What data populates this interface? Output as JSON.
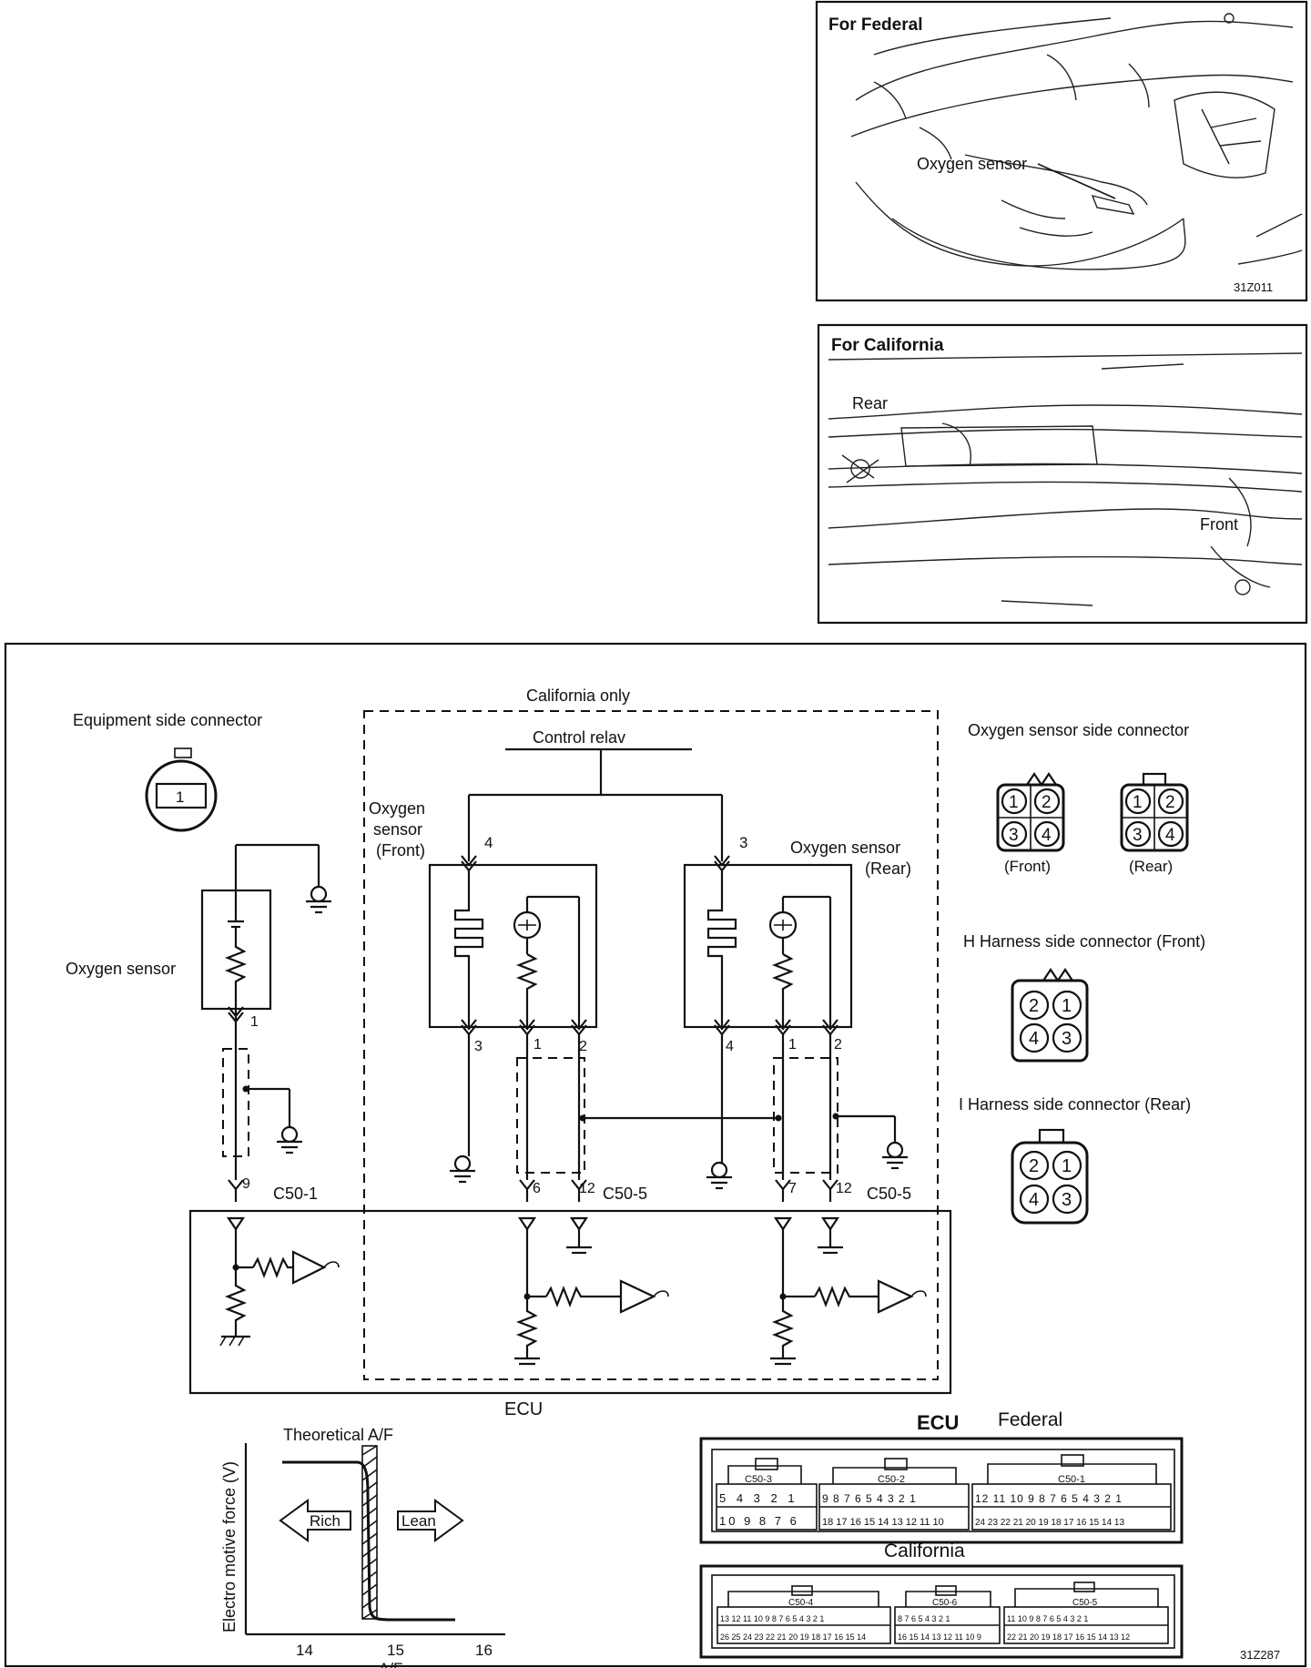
{
  "photos": {
    "federal": {
      "title": "For Federal",
      "label": "Oxygen sensor",
      "code": "31Z011"
    },
    "california": {
      "title": "For California",
      "rear": "Rear",
      "front": "Front"
    }
  },
  "circuit": {
    "california_only": "California only",
    "control_relay": "Control relav",
    "equipment_connector": "Equipment side connector",
    "equipment_pin": "1",
    "oxygen_sensor": "Oxygen sensor",
    "o2_front_l1": "Oxygen",
    "o2_front_l2": "sensor",
    "o2_front_l3": "(Front)",
    "o2_rear_l1": "Oxygen sensor",
    "o2_rear_l2": "(Rear)",
    "pins": {
      "front_top": "4",
      "rear_top": "3",
      "fed_1": "1",
      "fed_9": "9",
      "f_3": "3",
      "f_1": "1",
      "f_2": "2",
      "f_6": "6",
      "f_12": "12",
      "r_4": "4",
      "r_1": "1",
      "r_2": "2",
      "r_7": "7",
      "r_12": "12"
    },
    "c50_1": "C50-1",
    "c50_5a": "C50-5",
    "c50_5b": "C50-5",
    "ecu": "ECU",
    "o2_side_connector": "Oxygen sensor side connector",
    "front_cap": "(Front)",
    "rear_cap": "(Rear)",
    "h_harness": "H Harness side connector (Front)",
    "i_harness": "I Harness side connector (Rear)"
  },
  "graph": {
    "title": "Theoretical A/F",
    "ylabel": "Electro motive force (V)",
    "xlabel": "A/F",
    "ticks": [
      "14",
      "15",
      "16"
    ],
    "rich": "Rich",
    "lean": "Lean"
  },
  "ecu_connectors": {
    "ecu_label": "ECU",
    "federal": "Federal",
    "california": "California",
    "c50_3": "C50-3",
    "c50_2": "C50-2",
    "c50_1": "C50-1",
    "c50_4": "C50-4",
    "c50_6": "C50-6",
    "c50_5": "C50-5",
    "code": "31Z287"
  }
}
